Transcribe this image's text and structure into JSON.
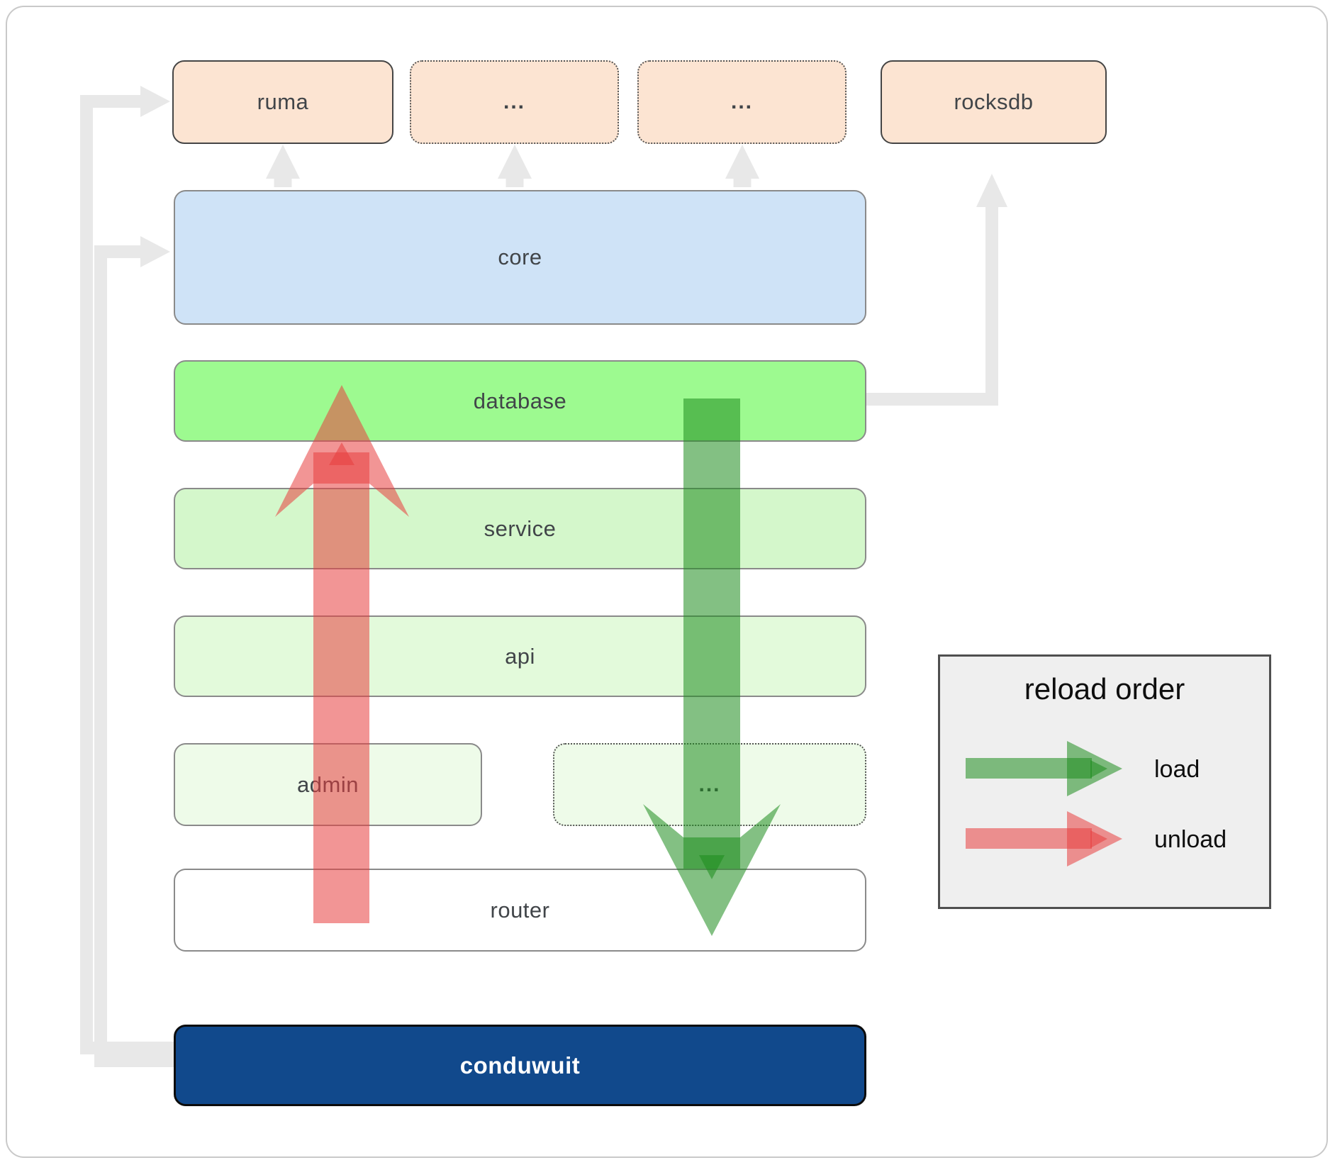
{
  "nodes": {
    "ruma": "ruma",
    "ellipsis1": "...",
    "ellipsis2": "...",
    "rocksdb": "rocksdb",
    "core": "core",
    "database": "database",
    "service": "service",
    "api": "api",
    "admin": "admin",
    "ellipsis3": "...",
    "router": "router",
    "conduwuit": "conduwuit"
  },
  "legend": {
    "title": "reload order",
    "load_label": "load",
    "unload_label": "unload"
  },
  "colors": {
    "load_green": "#1e8c1e",
    "unload_red": "#e83e3e",
    "connector_gray": "#e8e8e8",
    "node_peach": "#fce4d2",
    "node_blue": "#cfe3f7",
    "node_green_bright": "#9dfa90",
    "node_green_light": "#d4f7cb",
    "node_green_lighter": "#e3fadb",
    "node_green_faint": "#eefbe9",
    "node_white": "#ffffff",
    "node_navy": "#11498c",
    "legend_bg": "#efefef"
  }
}
